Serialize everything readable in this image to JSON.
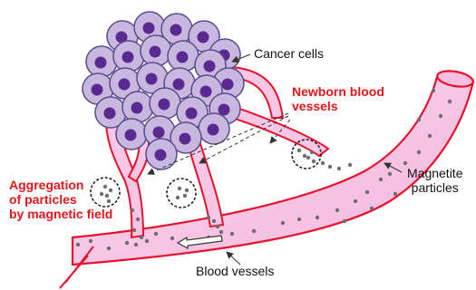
{
  "labels": {
    "cancer_cells": "Cancer cells",
    "newborn_line1": "Newborn blood",
    "newborn_line2": "vessels",
    "magnetite_line1": "Magnetite",
    "magnetite_line2": "particles",
    "aggregation_line1": "Aggregation",
    "aggregation_line2": "of particles",
    "aggregation_line3": "by magnetic field",
    "blood_vessels": "Blood vessels"
  },
  "colors": {
    "vessel_fill": "#f8c7e6",
    "vessel_outline": "#e8102a",
    "cell_fill": "#c8b8e0",
    "cell_outline": "#5a4a8a",
    "nucleus": "#5b2a91",
    "particle": "#6e6e6e",
    "label_red": "#e4151b",
    "label_black": "#111111"
  }
}
